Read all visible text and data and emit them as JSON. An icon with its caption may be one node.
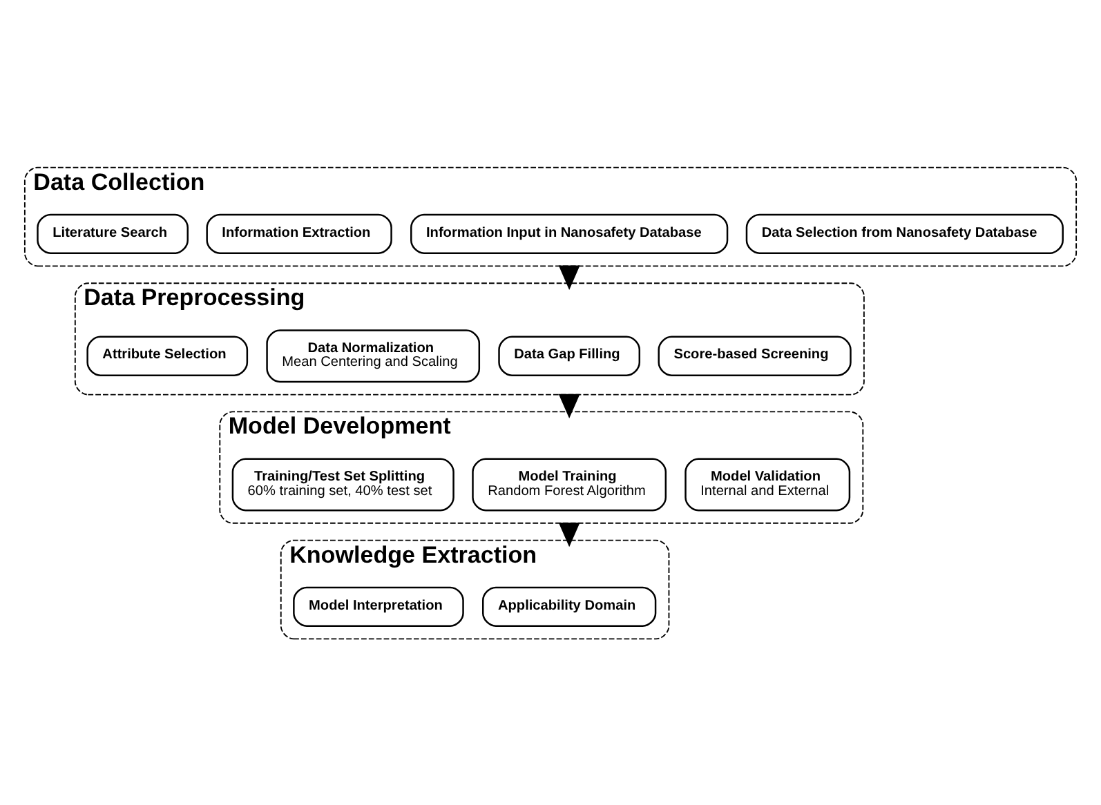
{
  "diagram": {
    "nodes": [
      {
        "text": [
          "Data Collection"
        ]
      },
      {
        "text": [
          "Literature Search"
        ],
        "in": 0
      },
      {
        "text": [
          "Information Extraction"
        ],
        "in": 0
      },
      {
        "text": [
          "Information Input in Nanosafety Database"
        ],
        "in": 0
      },
      {
        "text": [
          "Data Selection from Nanosafety Database"
        ],
        "in": 0
      },
      {
        "text": [
          "Data Preprocessing"
        ]
      },
      {
        "text": [
          "Attribute Selection"
        ],
        "in": 5
      },
      {
        "text": [
          "Data Normalization",
          "Mean Centering and Scaling"
        ],
        "in": 5
      },
      {
        "text": [
          "Data Gap Filling"
        ],
        "in": 5
      },
      {
        "text": [
          "Score-based Screening"
        ],
        "in": 5
      },
      {
        "text": [
          "Model Development"
        ]
      },
      {
        "text": [
          "Training/Test Set Splitting",
          "60% training set, 40% test set"
        ],
        "in": 10
      },
      {
        "text": [
          "Model Training",
          "Random Forest Algorithm"
        ],
        "in": 10
      },
      {
        "text": [
          "Model Validation",
          "Internal and External"
        ],
        "in": 10
      },
      {
        "text": [
          "Knowledge Extraction"
        ]
      },
      {
        "text": [
          "Model Interpretation"
        ],
        "in": 14
      },
      {
        "text": [
          "Applicability Domain"
        ],
        "in": 14
      }
    ],
    "edges": [
      {
        "from": 0,
        "to": 5,
        "arrow": "to",
        "style": "thick"
      },
      {
        "from": 5,
        "to": 10,
        "arrow": "to",
        "style": "thick"
      },
      {
        "from": 10,
        "to": 14,
        "arrow": "to",
        "style": "thick"
      }
    ]
  }
}
